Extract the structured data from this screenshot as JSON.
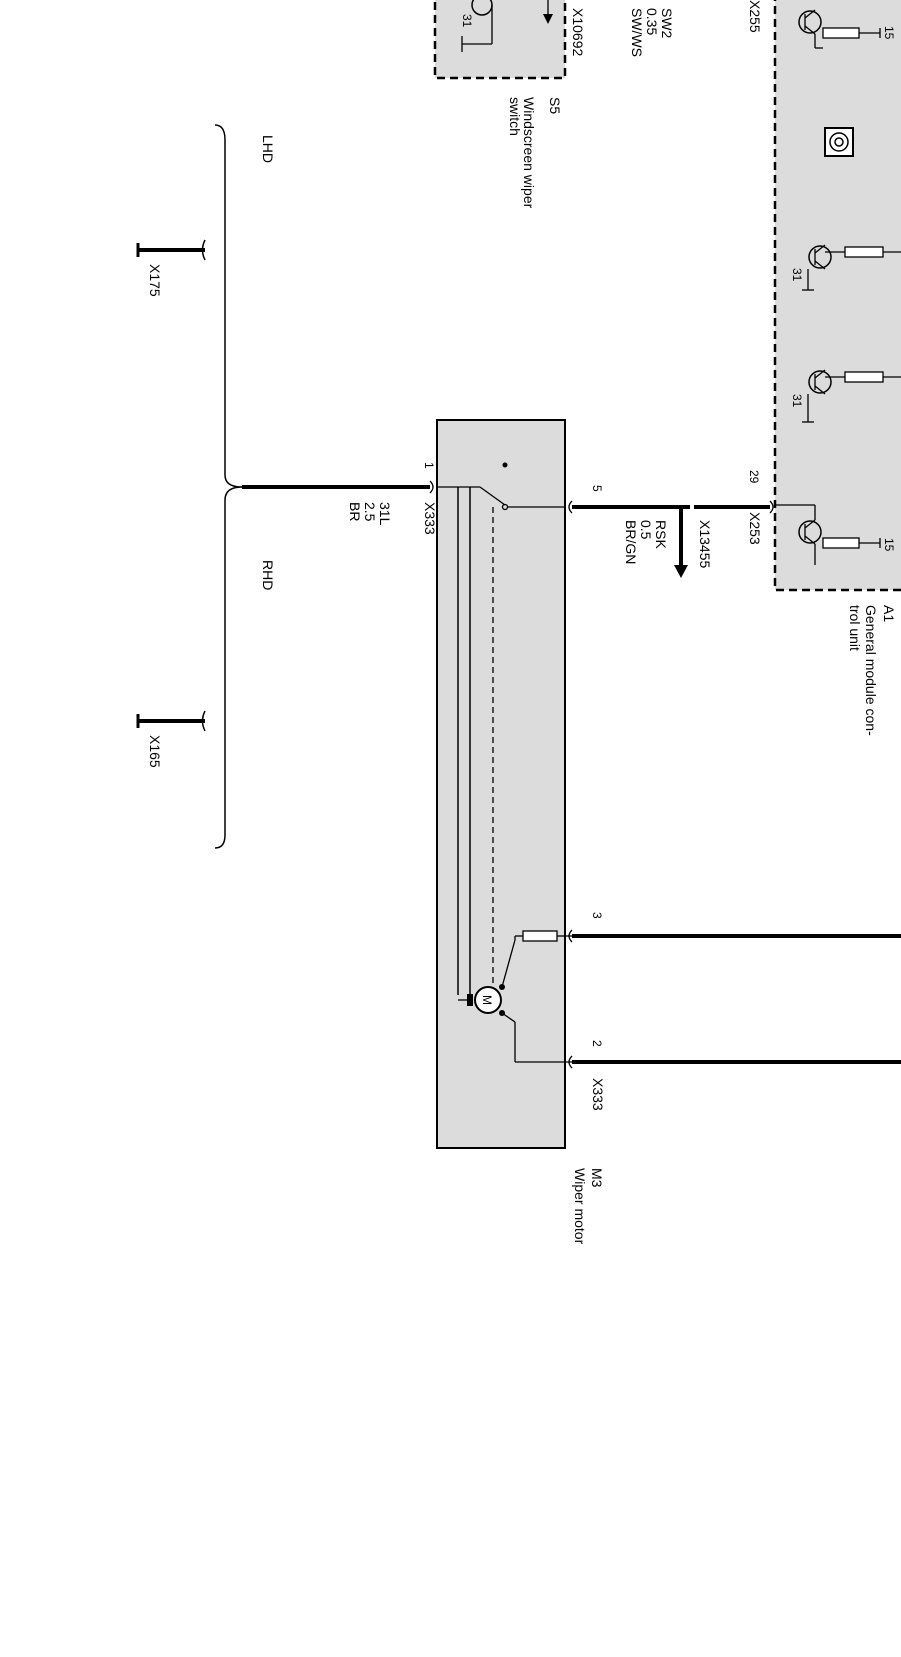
{
  "components": {
    "general_module": {
      "id": "A1",
      "name": "General module con-\ntrol unit",
      "connector_top": "X255",
      "connector_pin29": "X253",
      "pin_number": "29",
      "terminal_15": "15",
      "terminal_31": "31"
    },
    "windscreen_switch": {
      "id": "S5",
      "name": "Windscreen wiper\nswitch",
      "connector": "X10692",
      "terminal_31": "31",
      "wire_name": "SW2",
      "wire_size": "0.35",
      "wire_color": "SW/WS"
    },
    "wiper_motor": {
      "id": "M3",
      "name": "Wiper motor",
      "connector_top": "X333",
      "connector_bottom": "X333",
      "pins": [
        "1",
        "5",
        "3",
        "2"
      ],
      "motor_symbol": "M"
    }
  },
  "wires": {
    "ground": {
      "name": "31L",
      "size": "2.5",
      "color": "BR"
    },
    "rsk": {
      "name": "RSK",
      "size": "0.5",
      "color": "BR/GN",
      "connector": "X13455"
    }
  },
  "variants": {
    "lhd": "LHD",
    "rhd": "RHD",
    "lhd_ground": "X175",
    "rhd_ground": "X165"
  }
}
